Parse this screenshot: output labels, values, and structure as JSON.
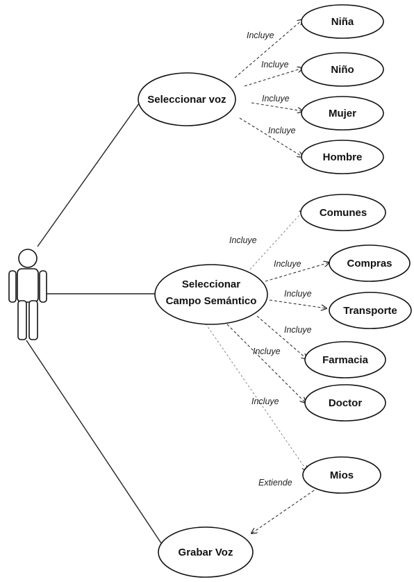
{
  "use_cases": {
    "seleccionar_voz": "Seleccionar voz",
    "nina": "Niña",
    "nino": "Niño",
    "mujer": "Mujer",
    "hombre": "Hombre",
    "campo_line1": "Seleccionar",
    "campo_line2": "Campo Semántico",
    "comunes": "Comunes",
    "compras": "Compras",
    "transporte": "Transporte",
    "farmacia": "Farmacia",
    "doctor": "Doctor",
    "mios": "Mios",
    "grabar_voz": "Grabar Voz"
  },
  "relations": {
    "voz_nina": "Incluye",
    "voz_nino": "Incluye",
    "voz_mujer": "Incluye",
    "voz_hombre": "Incluye",
    "campo_comunes": "Incluye",
    "campo_compras": "Incluye",
    "campo_transporte": "Incluye",
    "campo_farmacia": "Incluye",
    "campo_doctor": "Incluye",
    "campo_mios": "Incluye",
    "mios_grabar": "Extiende"
  },
  "colors": {
    "stroke": "#111111",
    "background": "#ffffff"
  }
}
